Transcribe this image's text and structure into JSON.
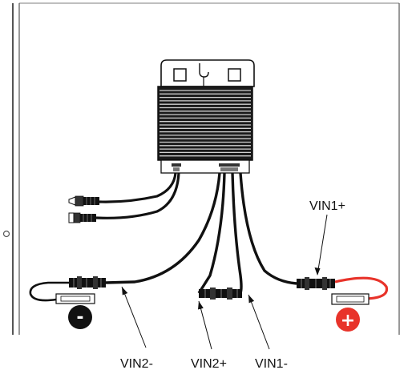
{
  "labels": {
    "vin1_plus": "VIN1+",
    "vin2_minus": "VIN2-",
    "vin2_plus": "VIN2+",
    "vin1_minus": "VIN1-"
  },
  "polarity": {
    "negative_symbol": "-",
    "positive_symbol": "+"
  },
  "colors": {
    "line": "#111111",
    "positive_cable": "#e8332a",
    "positive_badge": "#e8332a",
    "negative_badge": "#111111",
    "frame": "#555555",
    "background": "#ffffff"
  }
}
